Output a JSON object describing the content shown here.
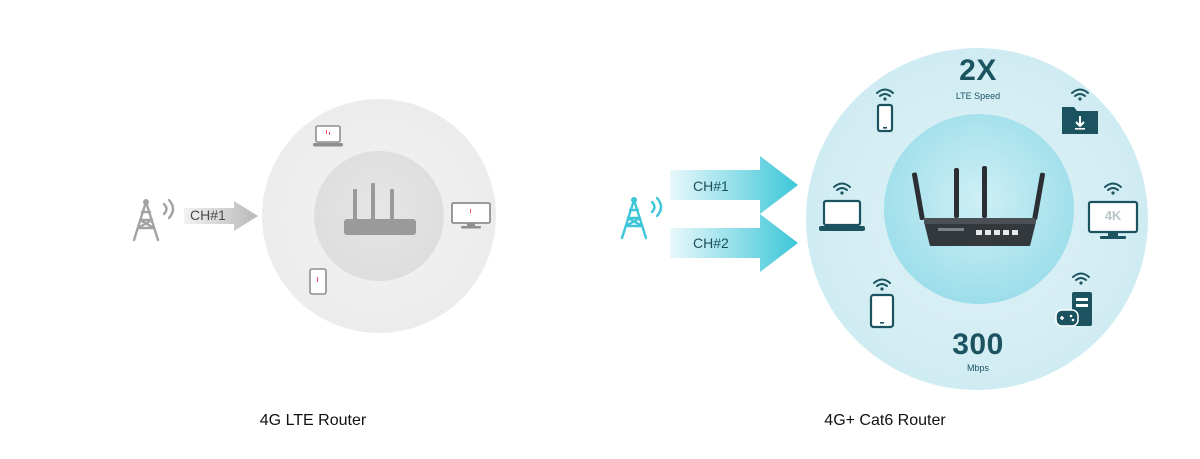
{
  "left_panel": {
    "channel_label": "CH#1",
    "caption": "4G LTE Router"
  },
  "right_panel": {
    "channel_labels": [
      "CH#1",
      "CH#2"
    ],
    "speed_multiplier": "2X",
    "speed_caption": "LTE Speed",
    "throughput_value": "300",
    "throughput_unit": "Mbps",
    "tv_badge": "4K",
    "caption": "4G+ Cat6 Router"
  },
  "colors": {
    "grey_outer": "#ececec",
    "grey_inner": "#dadada",
    "grey_icon": "#9a9a9a",
    "teal_accent": "#3cc6d8",
    "teal_outer": "#d2edf3",
    "teal_inner": "#8ad8e6",
    "dark_teal_text": "#1b5460"
  },
  "icons": [
    "cell-tower-icon",
    "router-icon",
    "laptop-icon",
    "monitor-icon",
    "tablet-icon",
    "smartphone-icon",
    "download-folder-icon",
    "tv-4k-icon",
    "game-console-icon",
    "wifi-icon"
  ]
}
